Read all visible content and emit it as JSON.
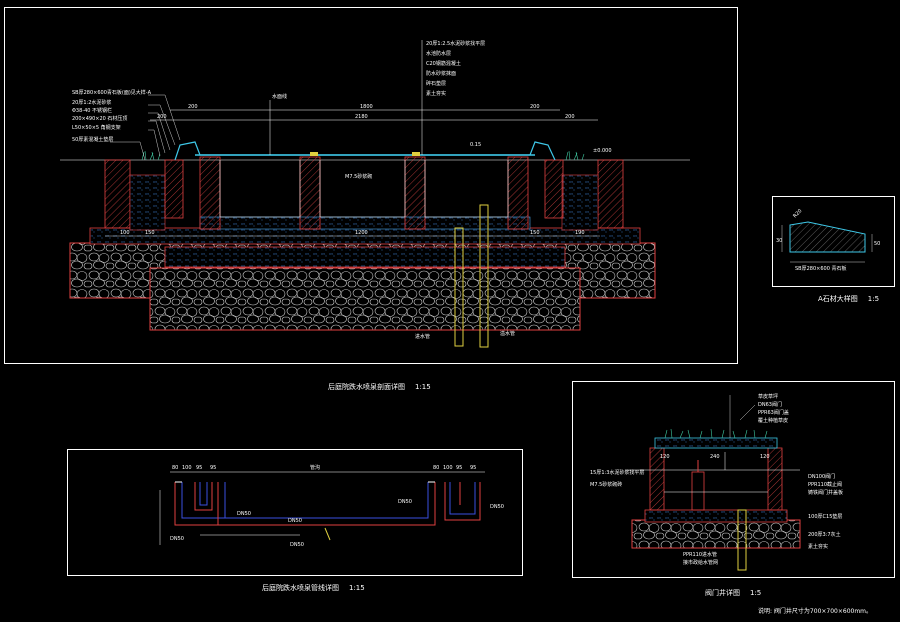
{
  "drawings": {
    "main_section": {
      "title": "后庭院跌水喷泉剖面详图",
      "scale": "1:15",
      "annotations": {
        "elev_top": "±0.000",
        "elev_water": "0.15",
        "mix": "M7.5砂浆砌",
        "pipe_in": "进水管",
        "pipe_out": "溢水管",
        "water_line": "水面线"
      },
      "left_notes": [
        "SB厚280×600青石板(面)见大样-A",
        "20厚1:2水泥砂浆",
        "Φ38-40 不锈钢栏",
        "200×490×20 石材压顶",
        "L50×50×5 角钢支架",
        "50厚素混凝土垫层"
      ],
      "top_notes": [
        "20厚1:2.5水泥砂浆找平层",
        "水池防水层",
        "C20钢筋混凝土",
        "防水砂浆抹面",
        "碎石垫层",
        "素土夯实"
      ],
      "dims_top": [
        "200",
        "200",
        "2180",
        "1800",
        "200",
        "200"
      ],
      "dims_inner": [
        "100",
        "150",
        "1200",
        "150",
        "190"
      ]
    },
    "detail_a": {
      "title": "A石材大样图",
      "scale": "1:5",
      "radius": "R20",
      "dims": [
        "30",
        "50"
      ],
      "note": "SB厚280×600 青石板"
    },
    "plumbing": {
      "title": "后庭院跌水喷泉管线详图",
      "scale": "1:15",
      "dims": [
        "80",
        "100",
        "95",
        "95",
        "80",
        "100",
        "95",
        "95"
      ],
      "center_dim": "管沟",
      "labels": [
        "DN50",
        "DN50",
        "DN50",
        "DN50",
        "DN50",
        "DN50"
      ]
    },
    "valve": {
      "title": "阀门井详图",
      "scale": "1:5",
      "labels_right": [
        "草皮草坪",
        "DN63阀门",
        "PPR63阀门盖",
        "覆土种植草皮"
      ],
      "labels_mid_right": [
        "DN100阀门",
        "PPR110截止阀",
        "铸铁阀门井盖板"
      ],
      "labels_bottom_right": [
        "100厚C15垫层",
        "200厚3:7灰土",
        "素土夯实"
      ],
      "labels_left": [
        "15厚1:3水泥砂浆找平层",
        "M7.5砂浆砌砖"
      ],
      "bottom_labels": [
        "PPR110进水管",
        "接市政给水管网"
      ],
      "dims": [
        "120",
        "240",
        "120"
      ],
      "footnote": "说明: 阀门井尺寸为700×700×600mm。"
    }
  }
}
